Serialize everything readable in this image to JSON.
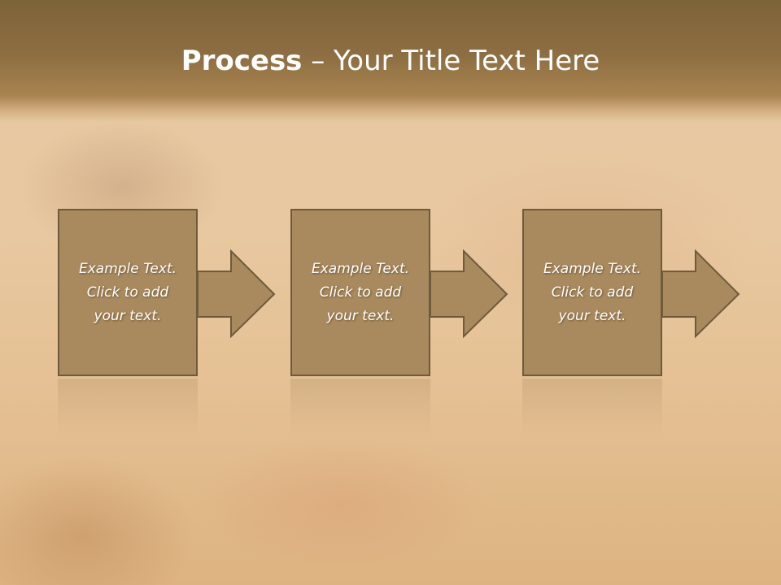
{
  "title": {
    "bold": "Process",
    "rest": " – Your Title Text Here"
  },
  "steps": [
    {
      "text": "Example Text.\nClick  to add\nyour text."
    },
    {
      "text": "Example Text.\nClick  to add\nyour text."
    },
    {
      "text": "Example Text.\nClick  to add\nyour text."
    }
  ],
  "colors": {
    "box_fill": "#a88a5e",
    "box_border": "#6f5a3c",
    "title_band": "#8d6e42"
  }
}
